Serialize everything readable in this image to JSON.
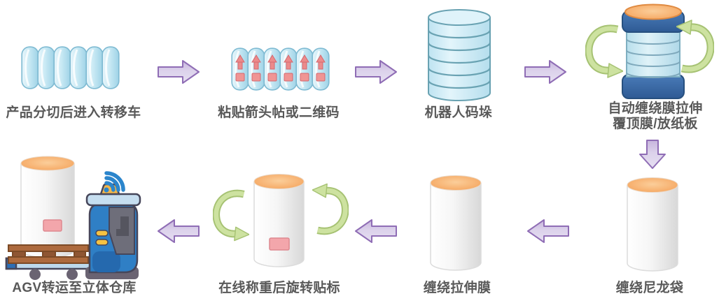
{
  "diagram_title": "",
  "steps": [
    {
      "label": "产品分切后进入转移车",
      "icon": "slit-rolls-stack-icon"
    },
    {
      "label": "粘贴箭头帖或二维码",
      "icon": "rolls-with-arrow-qr-labels-icon"
    },
    {
      "label": "机器人码垛",
      "icon": "stacked-pallet-cylinder-icon"
    },
    {
      "label": "自动缠绕膜拉伸",
      "label2": "覆顶膜/放纸板",
      "icon": "wrapped-cylinder-rotating-icon"
    },
    {
      "label": "缠绕尼龙袋",
      "icon": "nylon-bag-roll-icon"
    },
    {
      "label": "缠绕拉伸膜",
      "icon": "stretch-film-roll-icon"
    },
    {
      "label": "在线称重后旋转贴标",
      "icon": "rotating-labeled-roll-icon"
    },
    {
      "label": "AGV转运至立体仓库",
      "icon": "agv-forklift-robot-icon"
    }
  ],
  "flow": {
    "top_row_direction": "left-to-right",
    "bottom_row_direction": "right-to-left",
    "connector_between_rows": "down-arrow"
  },
  "colors": {
    "label_text": "#595959",
    "arrow_lavender_fill": "#DCD2EB",
    "arrow_lavender_border": "#8F6DB5",
    "rotation_arrow_green_fill": "#CDE2A0",
    "rotation_arrow_green_border": "#A6C273",
    "disc_blue_fill": "#C8E9F4",
    "disc_blue_border": "#7EBAD2",
    "pallet_cylinder_line": "#69A2B2",
    "wrap_band_navy": "#2E5A94",
    "roll_top_orange": "#F6AC69",
    "roll_body_white": "#F6F6F6",
    "sticker_pink": "#F09594",
    "agv_body_blue": "#2F7FC5",
    "agv_pallet_brown": "#AD6A3E",
    "wifi_blue": "#2B85CC",
    "beacon_yellow": "#F2B64B"
  }
}
